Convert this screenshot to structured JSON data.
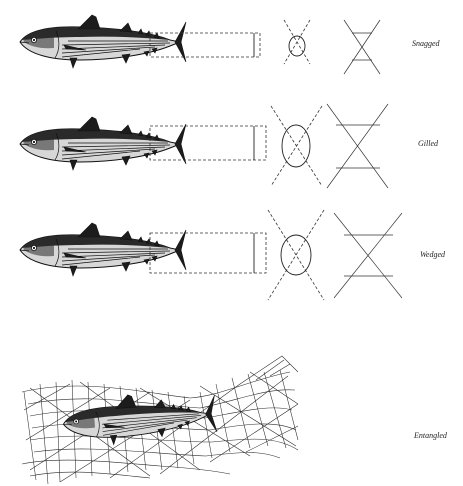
{
  "rows": [
    {
      "id": "snagged",
      "label": "Snagged"
    },
    {
      "id": "gilled",
      "label": "Gilled"
    },
    {
      "id": "wedged",
      "label": "Wedged"
    }
  ],
  "entangled": {
    "label": "Entangled"
  }
}
